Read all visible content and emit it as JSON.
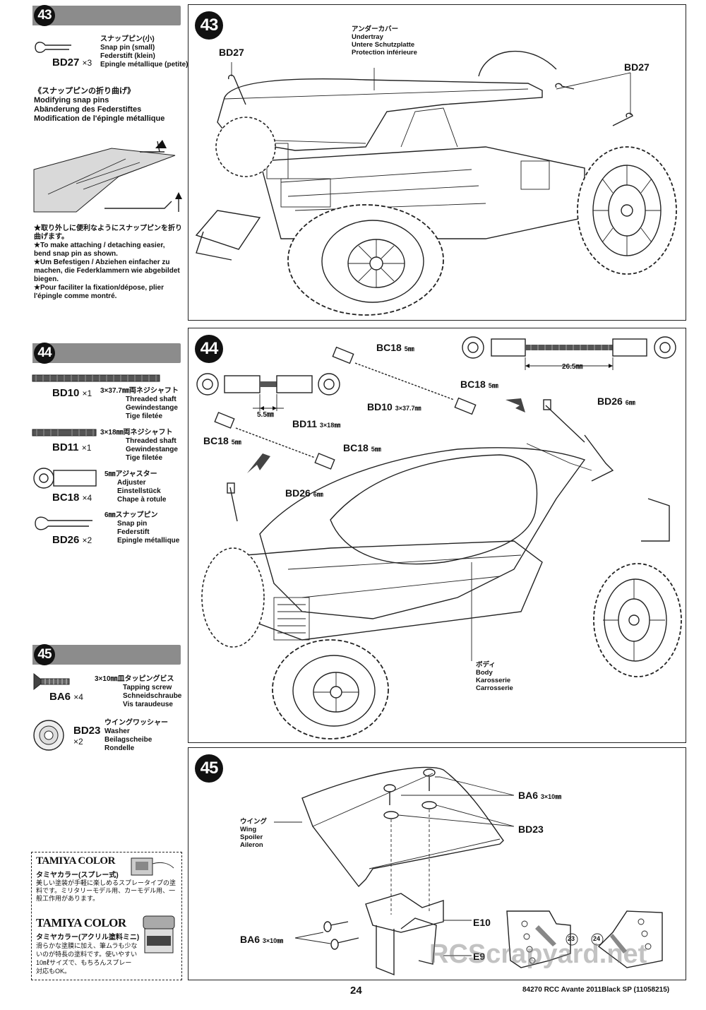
{
  "left": {
    "step43": {
      "number": "43",
      "part_code": "BD27",
      "part_qty": "×3",
      "part_desc": [
        "スナップピン(小)",
        "Snap pin (small)",
        "Federstift (klein)",
        "Epingle métallique (petite)"
      ],
      "modify_title": [
        "《スナップピンの折り曲げ》",
        "Modifying snap pins",
        "Abänderung des Federstiftes",
        "Modification de l'épingle métallique"
      ],
      "notes": [
        "★取り外しに便利なようにスナップピンを折り曲げます。",
        "★To make attaching / detaching easier, bend snap pin as shown.",
        "★Um Befestigen / Abziehen einfacher zu machen, die Federklammern wie abgebildet biegen.",
        "★Pour faciliter la fixation/dépose, plier l'épingle comme montré."
      ]
    },
    "step44": {
      "number": "44",
      "parts": [
        {
          "code": "BD10",
          "qty": "×1",
          "desc": [
            "3×37.7㎜両ネジシャフト",
            "Threaded shaft",
            "Gewindestange",
            "Tige filetée"
          ]
        },
        {
          "code": "BD11",
          "qty": "×1",
          "desc": [
            "3×18㎜両ネジシャフト",
            "Threaded shaft",
            "Gewindestange",
            "Tige filetée"
          ]
        },
        {
          "code": "BC18",
          "qty": "×4",
          "desc": [
            "5㎜アジャスター",
            "Adjuster",
            "Einstellstück",
            "Chape à rotule"
          ]
        },
        {
          "code": "BD26",
          "qty": "×2",
          "desc": [
            "6㎜スナップピン",
            "Snap pin",
            "Federstift",
            "Epingle métallique"
          ]
        }
      ]
    },
    "step45": {
      "number": "45",
      "parts": [
        {
          "code": "BA6",
          "qty": "×4",
          "desc": [
            "3×10㎜皿タッピングビス",
            "Tapping screw",
            "Schneidschraube",
            "Vis taraudeuse"
          ]
        },
        {
          "code": "BD23",
          "qty": "×2",
          "desc": [
            "ウイングワッシャー",
            "Washer",
            "Beilagscheibe",
            "Rondelle"
          ]
        }
      ]
    },
    "tamiya": {
      "brand1": "TAMIYA COLOR",
      "sub1": "タミヤカラー(スプレー式)",
      "text1": "美しい塗装が手軽に楽しめるスプレータイプの塗料です。ミリタリーモデル用、カーモデル用、一般工作用があります。",
      "brand2": "TAMIYA COLOR",
      "sub2": "タミヤカラー(アクリル塗料ミニ)",
      "text2": "滑らかな塗膜に加え、筆ムラも少ないのが特長の塗料です。使いやすい10㎖サイズで、もちろんスプレー対応もOK。"
    }
  },
  "panel43": {
    "number": "43",
    "bd27_left": "BD27",
    "bd27_right": "BD27",
    "undertray": [
      "アンダーカバー",
      "Undertray",
      "Untere Schutzplatte",
      "Protection inférieure"
    ]
  },
  "panel44": {
    "number": "44",
    "bc18_a": "BC18",
    "bc18_a_unit": "5㎜",
    "bc18_b": "BC18",
    "bc18_b_unit": "5㎜",
    "bc18_c": "BC18",
    "bc18_c_unit": "5㎜",
    "bc18_d": "BC18",
    "bc18_d_unit": "5㎜",
    "bd10": "BD10",
    "bd10_unit": "3×37.7㎜",
    "bd11": "BD11",
    "bd11_unit": "3×18㎜",
    "bd26_a": "BD26",
    "bd26_a_unit": "6㎜",
    "bd26_b": "BD26",
    "bd26_b_unit": "6㎜",
    "dim_55": "5.5㎜",
    "dim_265": "26.5㎜",
    "body": [
      "ボディ",
      "Body",
      "Karosserie",
      "Carrosserie"
    ]
  },
  "panel45": {
    "number": "45",
    "ba6_top": "BA6",
    "ba6_top_unit": "3×10㎜",
    "bd23": "BD23",
    "ba6_bottom": "BA6",
    "ba6_bottom_unit": "3×10㎜",
    "e10": "E10",
    "e9": "E9",
    "wing": [
      "ウイング",
      "Wing",
      "Spoiler",
      "Aileron"
    ],
    "hole23": "23",
    "hole24": "24"
  },
  "footer": {
    "page_number": "24",
    "product": "84270 RCC Avante 2011Black SP (11058215)",
    "watermark": "RCScrapyard.net"
  }
}
